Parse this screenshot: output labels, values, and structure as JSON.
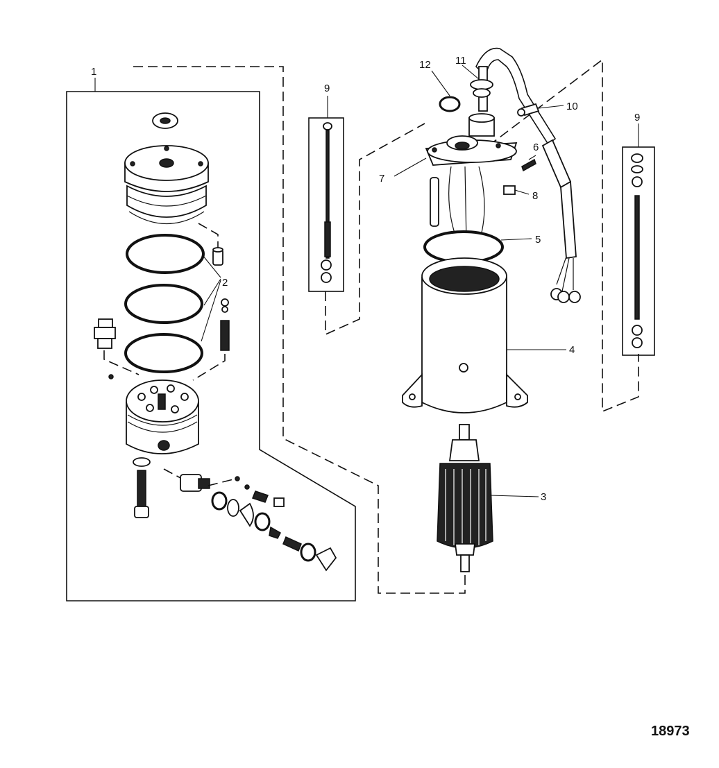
{
  "figure_number": "18973",
  "callouts": {
    "c1": "1",
    "c2": "2",
    "c3": "3",
    "c4": "4",
    "c5": "5",
    "c6": "6",
    "c7": "7",
    "c8": "8",
    "c9a": "9",
    "c9b": "9",
    "c10": "10",
    "c11": "11",
    "c12": "12"
  }
}
